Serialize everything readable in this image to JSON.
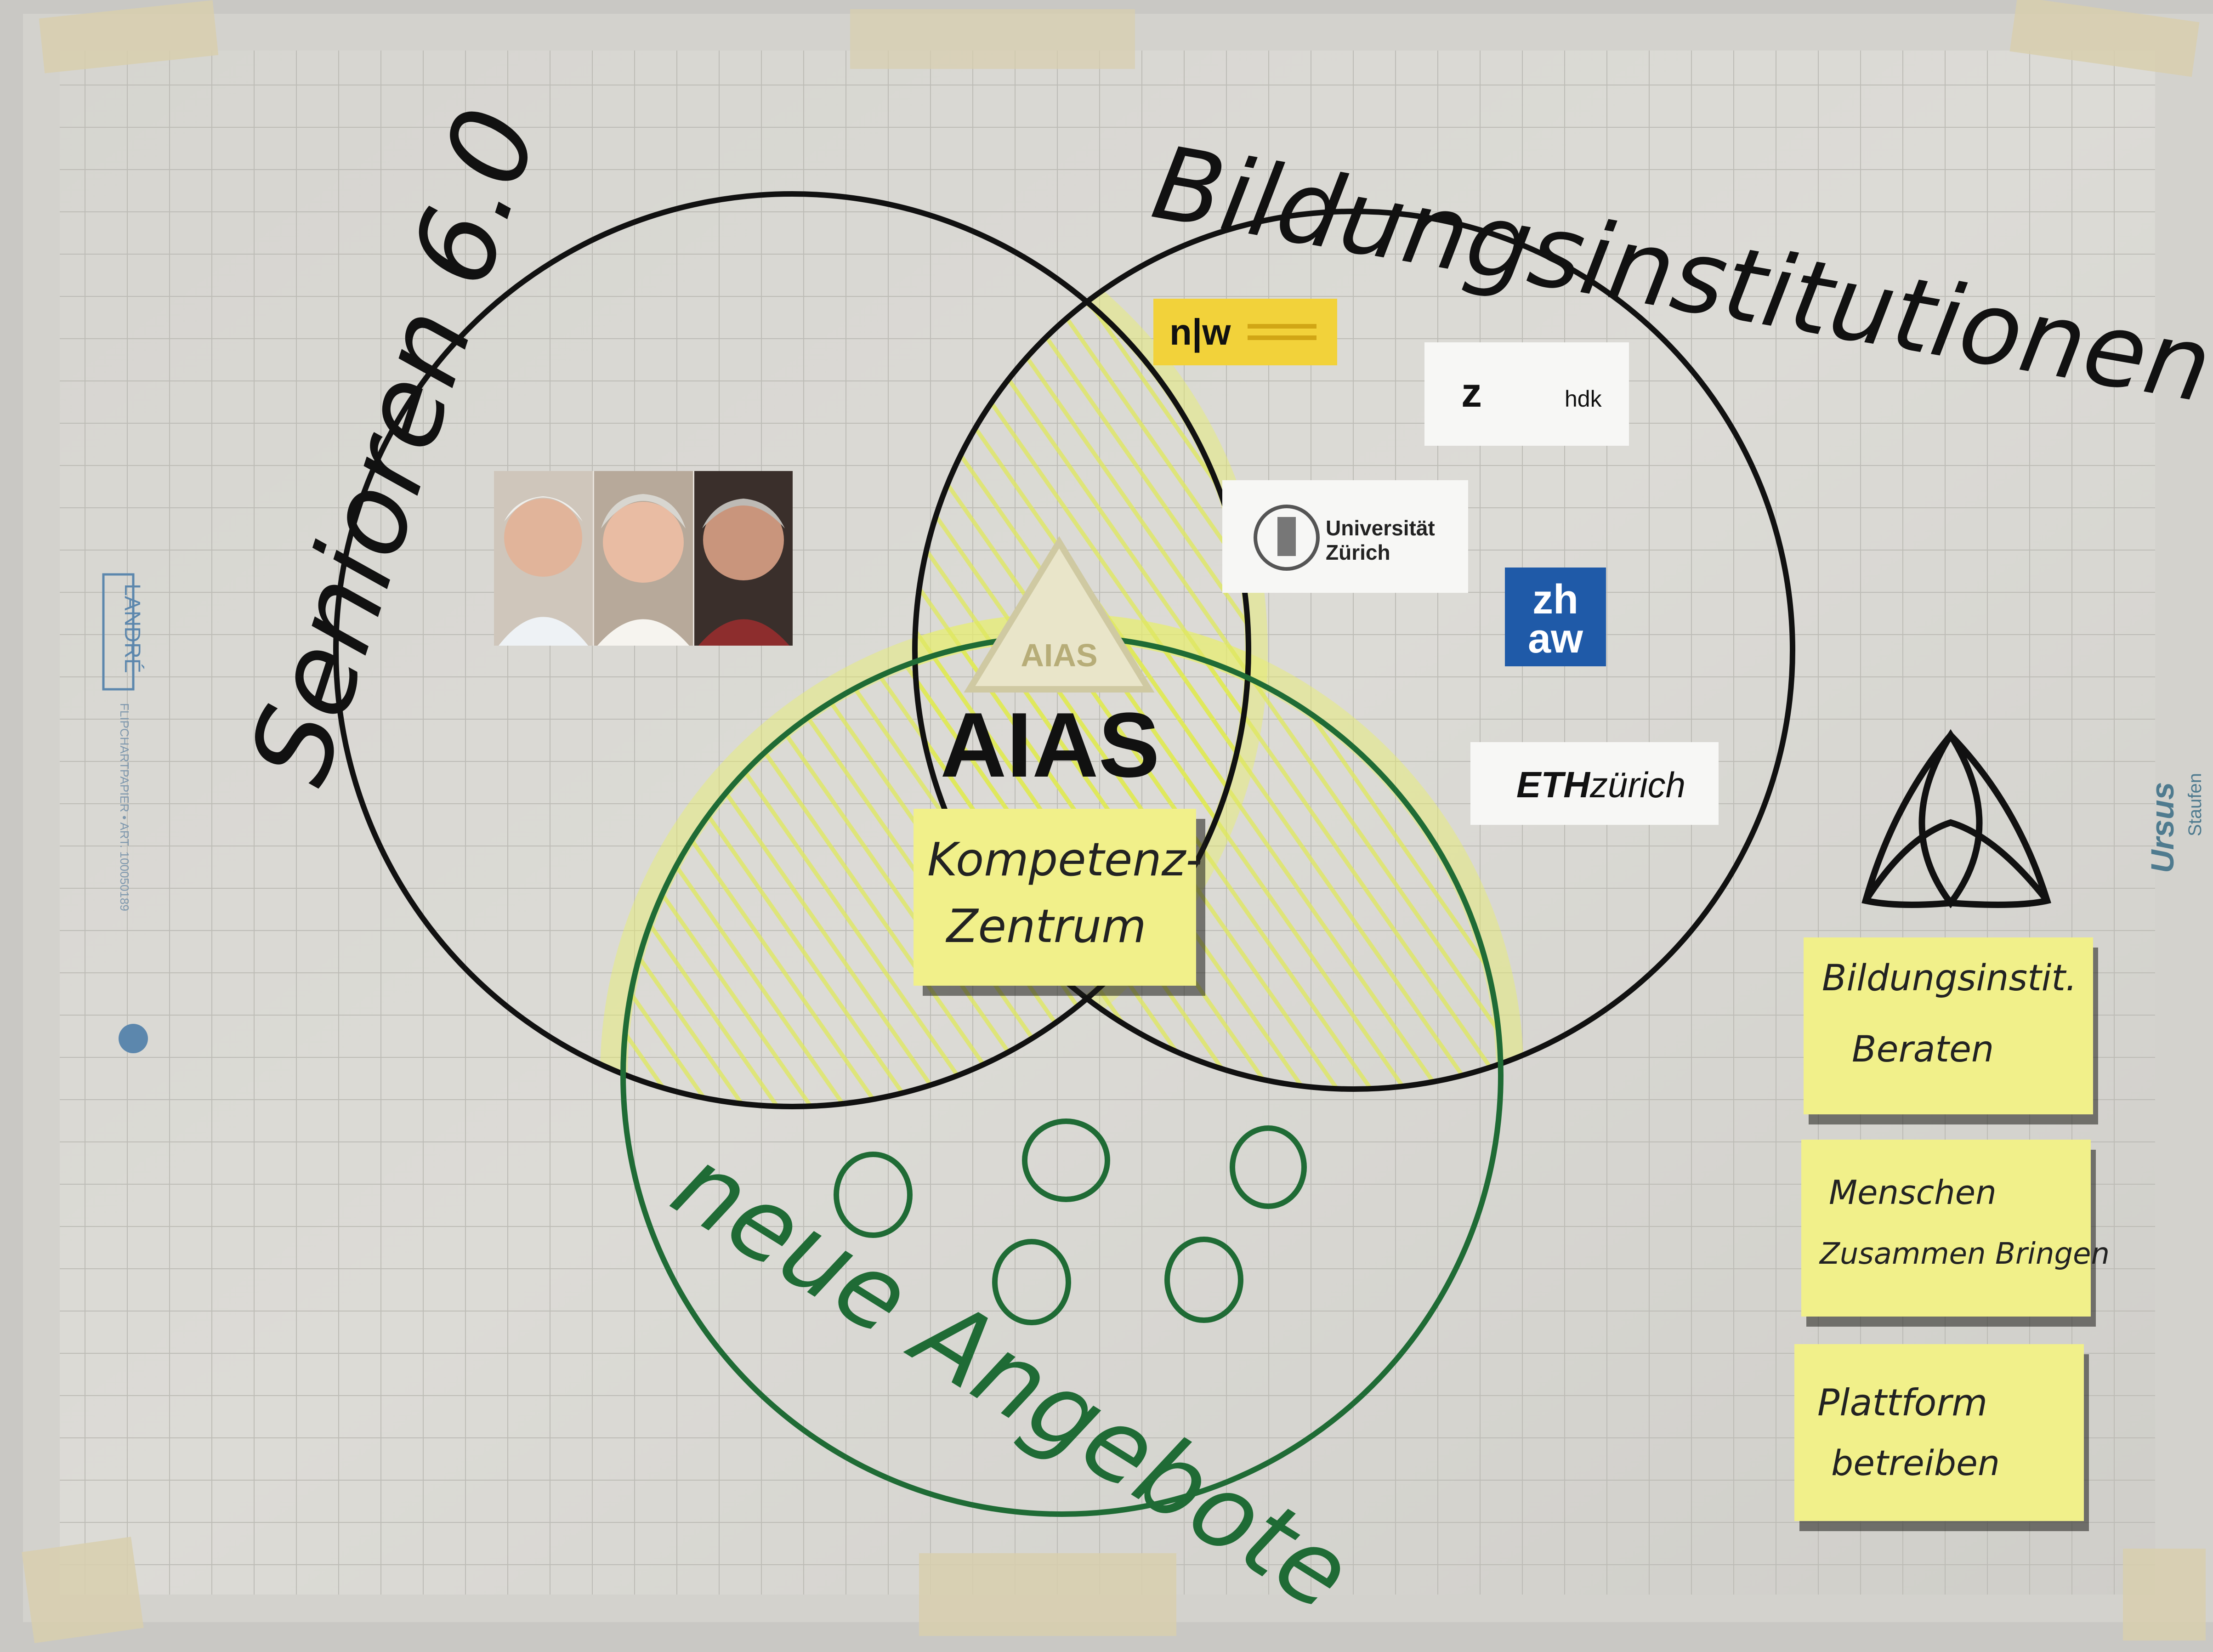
{
  "title_circle_left": "Senioren 6.0",
  "title_circle_right": "Bildungsinstitutionen",
  "title_circle_bottom": "neue Angebote",
  "center": {
    "logo_word": "AIAS",
    "logo_triangle_word": "AIAS",
    "note_line1": "Kompetenz-",
    "note_line2": "Zentrum"
  },
  "logos": {
    "fhnw": "n|w",
    "zhdk_z": "z",
    "zhdk_hdk": "hdk",
    "uzh_line1": "Universität",
    "uzh_line2": "Zürich",
    "zhaw_line1": "zh",
    "zhaw_line2": "aw",
    "eth_bold": "ETH",
    "eth_light": "zürich"
  },
  "sticky_notes": [
    {
      "line1": "Bildungsinstit.",
      "line2": "Beraten"
    },
    {
      "line1": "Menschen",
      "line2": "Zusammen Bringen"
    },
    {
      "line1": "Plattform",
      "line2": "betreiben"
    }
  ],
  "paper_brand_left": "LANDRÉ",
  "paper_brand_left_sub": "FLIPCHARTPAPIER • ART. 100050189",
  "paper_brand_right": "Ursus",
  "paper_brand_right_sub": "Staufen",
  "colors": {
    "paper": "#d9d8d3",
    "grid": "#bdbcb6",
    "ink_black": "#111111",
    "ink_green": "#1f6b35",
    "highlight_yellow": "#e8ef6a",
    "sticky": "#f1f08a",
    "zhaw_blue": "#1f5aa8",
    "fhnw_yellow": "#f2d23a"
  }
}
